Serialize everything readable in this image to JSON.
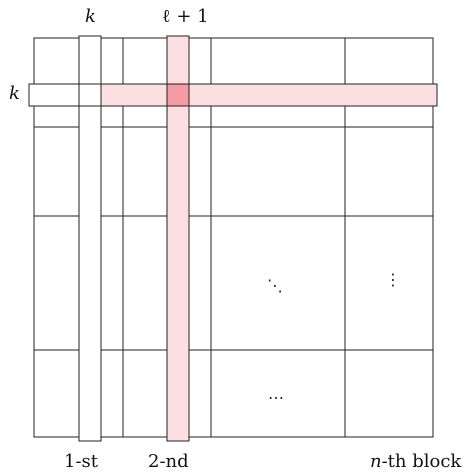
{
  "labels": {
    "column_k": "k",
    "column_l_plus_1": "ℓ + 1",
    "row_k": "k",
    "block_first": "1-st",
    "block_second": "2-nd",
    "block_nth_var": "n",
    "block_nth_suffix": "-th block"
  },
  "glyphs": {
    "diagonal_dots": "⋱",
    "vertical_dots": "⋮",
    "horizontal_dots": "…"
  },
  "colors": {
    "highlight": "#fcdfe1",
    "intersection": "#f59ba2",
    "line": "#222222"
  }
}
